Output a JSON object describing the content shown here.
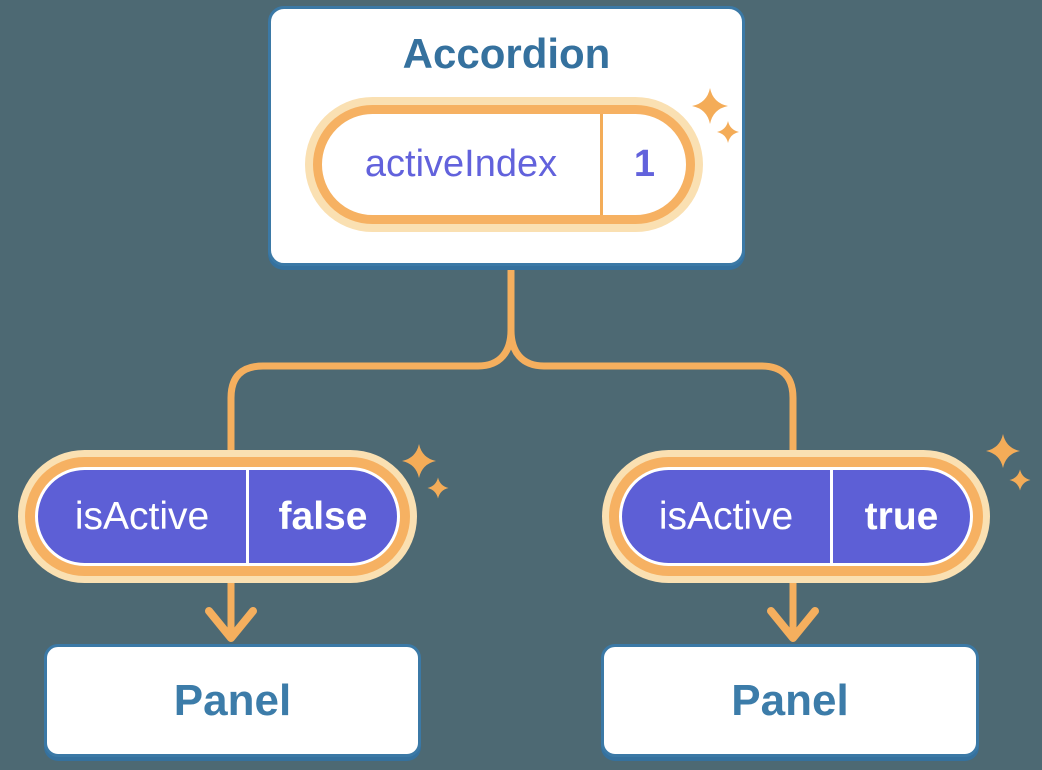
{
  "colors": {
    "background": "#4D6973",
    "card_background": "#FFFFFF",
    "card_border_blue": "#3B79A6",
    "card_shadow_blue": "#35719E",
    "heading_blue": "#35719E",
    "panel_text_blue": "#3C7CA9",
    "connector_orange": "#F5AF5E",
    "pill_ring_orange": "#F6B162",
    "pill_glow_cream": "#FAE0B2",
    "sparkle_orange": "#F4AC58",
    "pill_purple": "#5D5FD6",
    "pill_purple_text": "#6262DC"
  },
  "accordion": {
    "title": "Accordion",
    "prop_name": "activeIndex",
    "prop_value": "1"
  },
  "branches": [
    {
      "prop_name": "isActive",
      "prop_value": "false",
      "panel_label": "Panel"
    },
    {
      "prop_name": "isActive",
      "prop_value": "true",
      "panel_label": "Panel"
    }
  ]
}
